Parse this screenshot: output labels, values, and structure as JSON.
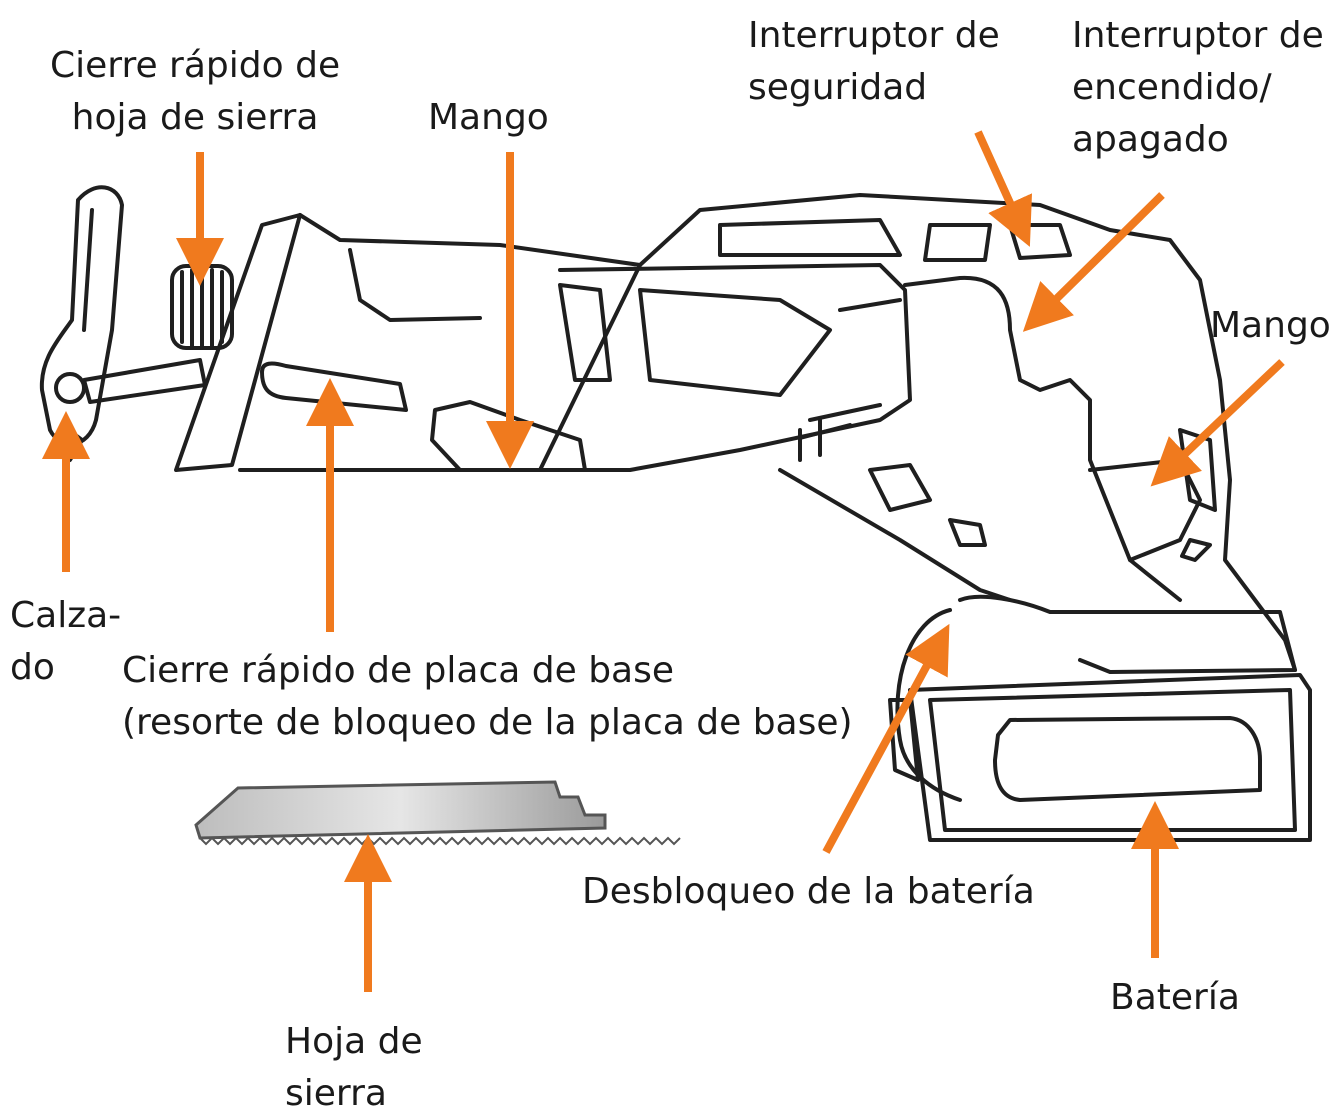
{
  "accent_color": "#f07a1e",
  "line_color": "#1f1f1f",
  "labels": {
    "blade_clamp": [
      "Cierre rápido de",
      "hoja de sierra"
    ],
    "handle_front": [
      "Mango"
    ],
    "safety_switch": [
      "Interruptor de",
      "seguridad"
    ],
    "power_switch": [
      "Interruptor de",
      "encendido/",
      "apagado"
    ],
    "handle_rear": [
      "Mango"
    ],
    "shoe": [
      "Calza-",
      "do"
    ],
    "base_plate_clamp": [
      "Cierre rápido de placa de base",
      "(resorte de bloqueo de la placa de base)"
    ],
    "battery_release": [
      "Desbloqueo de la batería"
    ],
    "battery": [
      "Batería"
    ],
    "saw_blade": [
      "Hoja de",
      "sierra"
    ]
  }
}
